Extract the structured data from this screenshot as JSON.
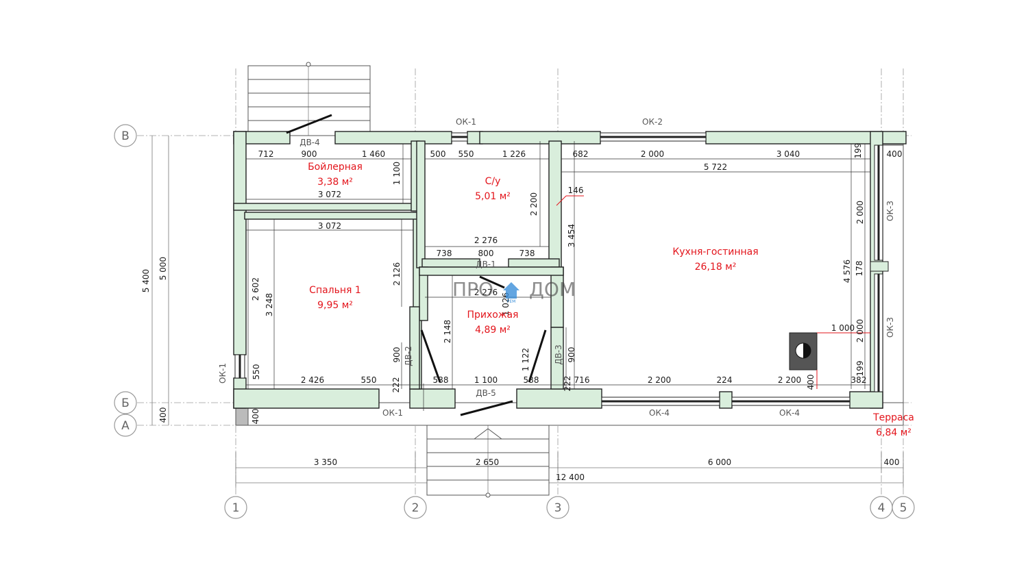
{
  "colors": {
    "wall_fill": "#d9eedc",
    "wall_line": "#222222",
    "room_text": "#e3141b",
    "dim_text": "#1a1a1a",
    "grid": "#9a9a9a",
    "watermark_accent": "#3b8fd9"
  },
  "axes": {
    "vertical": [
      "1",
      "2",
      "3",
      "4",
      "5"
    ],
    "horizontal": [
      "В",
      "Б",
      "А"
    ]
  },
  "rooms": [
    {
      "name": "Бойлерная",
      "area": "3,38 м²"
    },
    {
      "name": "С/у",
      "area": "5,01 м²"
    },
    {
      "name": "Кухня-гостинная",
      "area": "26,18 м²"
    },
    {
      "name": "Спальня 1",
      "area": "9,95 м²"
    },
    {
      "name": "Прихожая",
      "area": "4,89 м²"
    },
    {
      "name": "Терраса",
      "area": "6,84 м²"
    }
  ],
  "openings": [
    "ОК-1",
    "ОК-2",
    "ДВ-4",
    "ДВ-1",
    "ДВ-2",
    "ДВ-3",
    "ДВ-5",
    "ОК-1",
    "ОК-1",
    "ОК-4",
    "ОК-4",
    "ОК-3",
    "ОК-3"
  ],
  "dimensions": [
    "712",
    "900",
    "1 460",
    "500",
    "550",
    "1 226",
    "682",
    "2 000",
    "3 040",
    "199",
    "400",
    "5 722",
    "1 100",
    "3 072",
    "2 200",
    "146",
    "3 072",
    "2 276",
    "3 454",
    "2 000",
    "738",
    "800",
    "738",
    "4 576",
    "178",
    "2 602",
    "3 248",
    "2 126",
    "2 276",
    "1 026",
    "1 000",
    "2 000",
    "2 148",
    "900",
    "1 122",
    "900",
    "199",
    "550",
    "2 426",
    "550",
    "222",
    "588",
    "1 100",
    "588",
    "222",
    "716",
    "2 200",
    "224",
    "2 200",
    "382",
    "400",
    "400",
    "400",
    "5 400",
    "5 000",
    "3 350",
    "2 650",
    "6 000",
    "400",
    "12 400"
  ],
  "watermark": {
    "left": "ПРО",
    "right": "ДОМ",
    "small": "РЕМ"
  }
}
